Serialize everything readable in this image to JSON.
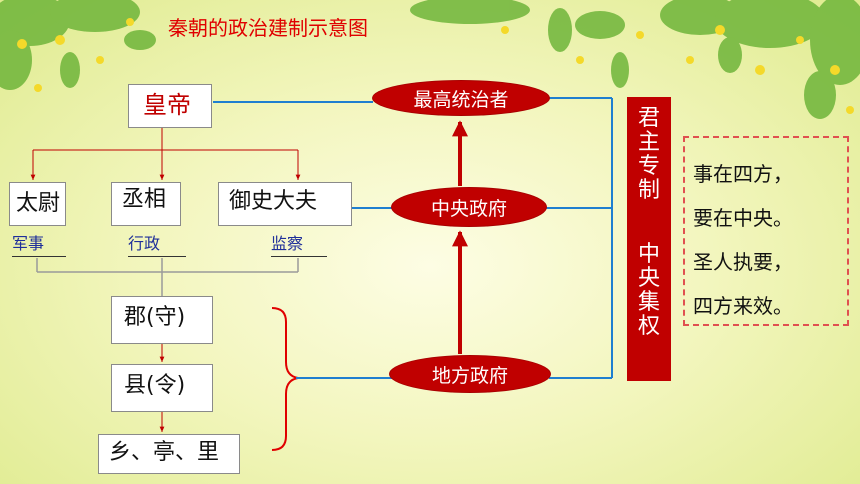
{
  "title": "秦朝的政治建制示意图",
  "emperor": "皇帝",
  "ministers": [
    {
      "name": "太尉",
      "role": "军事"
    },
    {
      "name": "丞相",
      "role": "行政"
    },
    {
      "name": "御史大夫",
      "role": "监察"
    }
  ],
  "local_levels": [
    "郡(守)",
    "县(令)",
    "乡、亭、里"
  ],
  "ellipses": {
    "top": "最高统治者",
    "central": "中央政府",
    "local": "地方政府"
  },
  "banner": {
    "top": "君主专制",
    "bottom": "中央集权"
  },
  "quote": [
    "事在四方，",
    "要在中央。",
    "圣人执要，",
    "四方来效。"
  ],
  "colors": {
    "title": "#e00000",
    "ellipse": "#c00000",
    "banner": "#c00000",
    "arrow_red": "#c00000",
    "line_blue": "#1f7fd0",
    "role_text": "#1f2f9a",
    "quote_border": "#e05050"
  }
}
